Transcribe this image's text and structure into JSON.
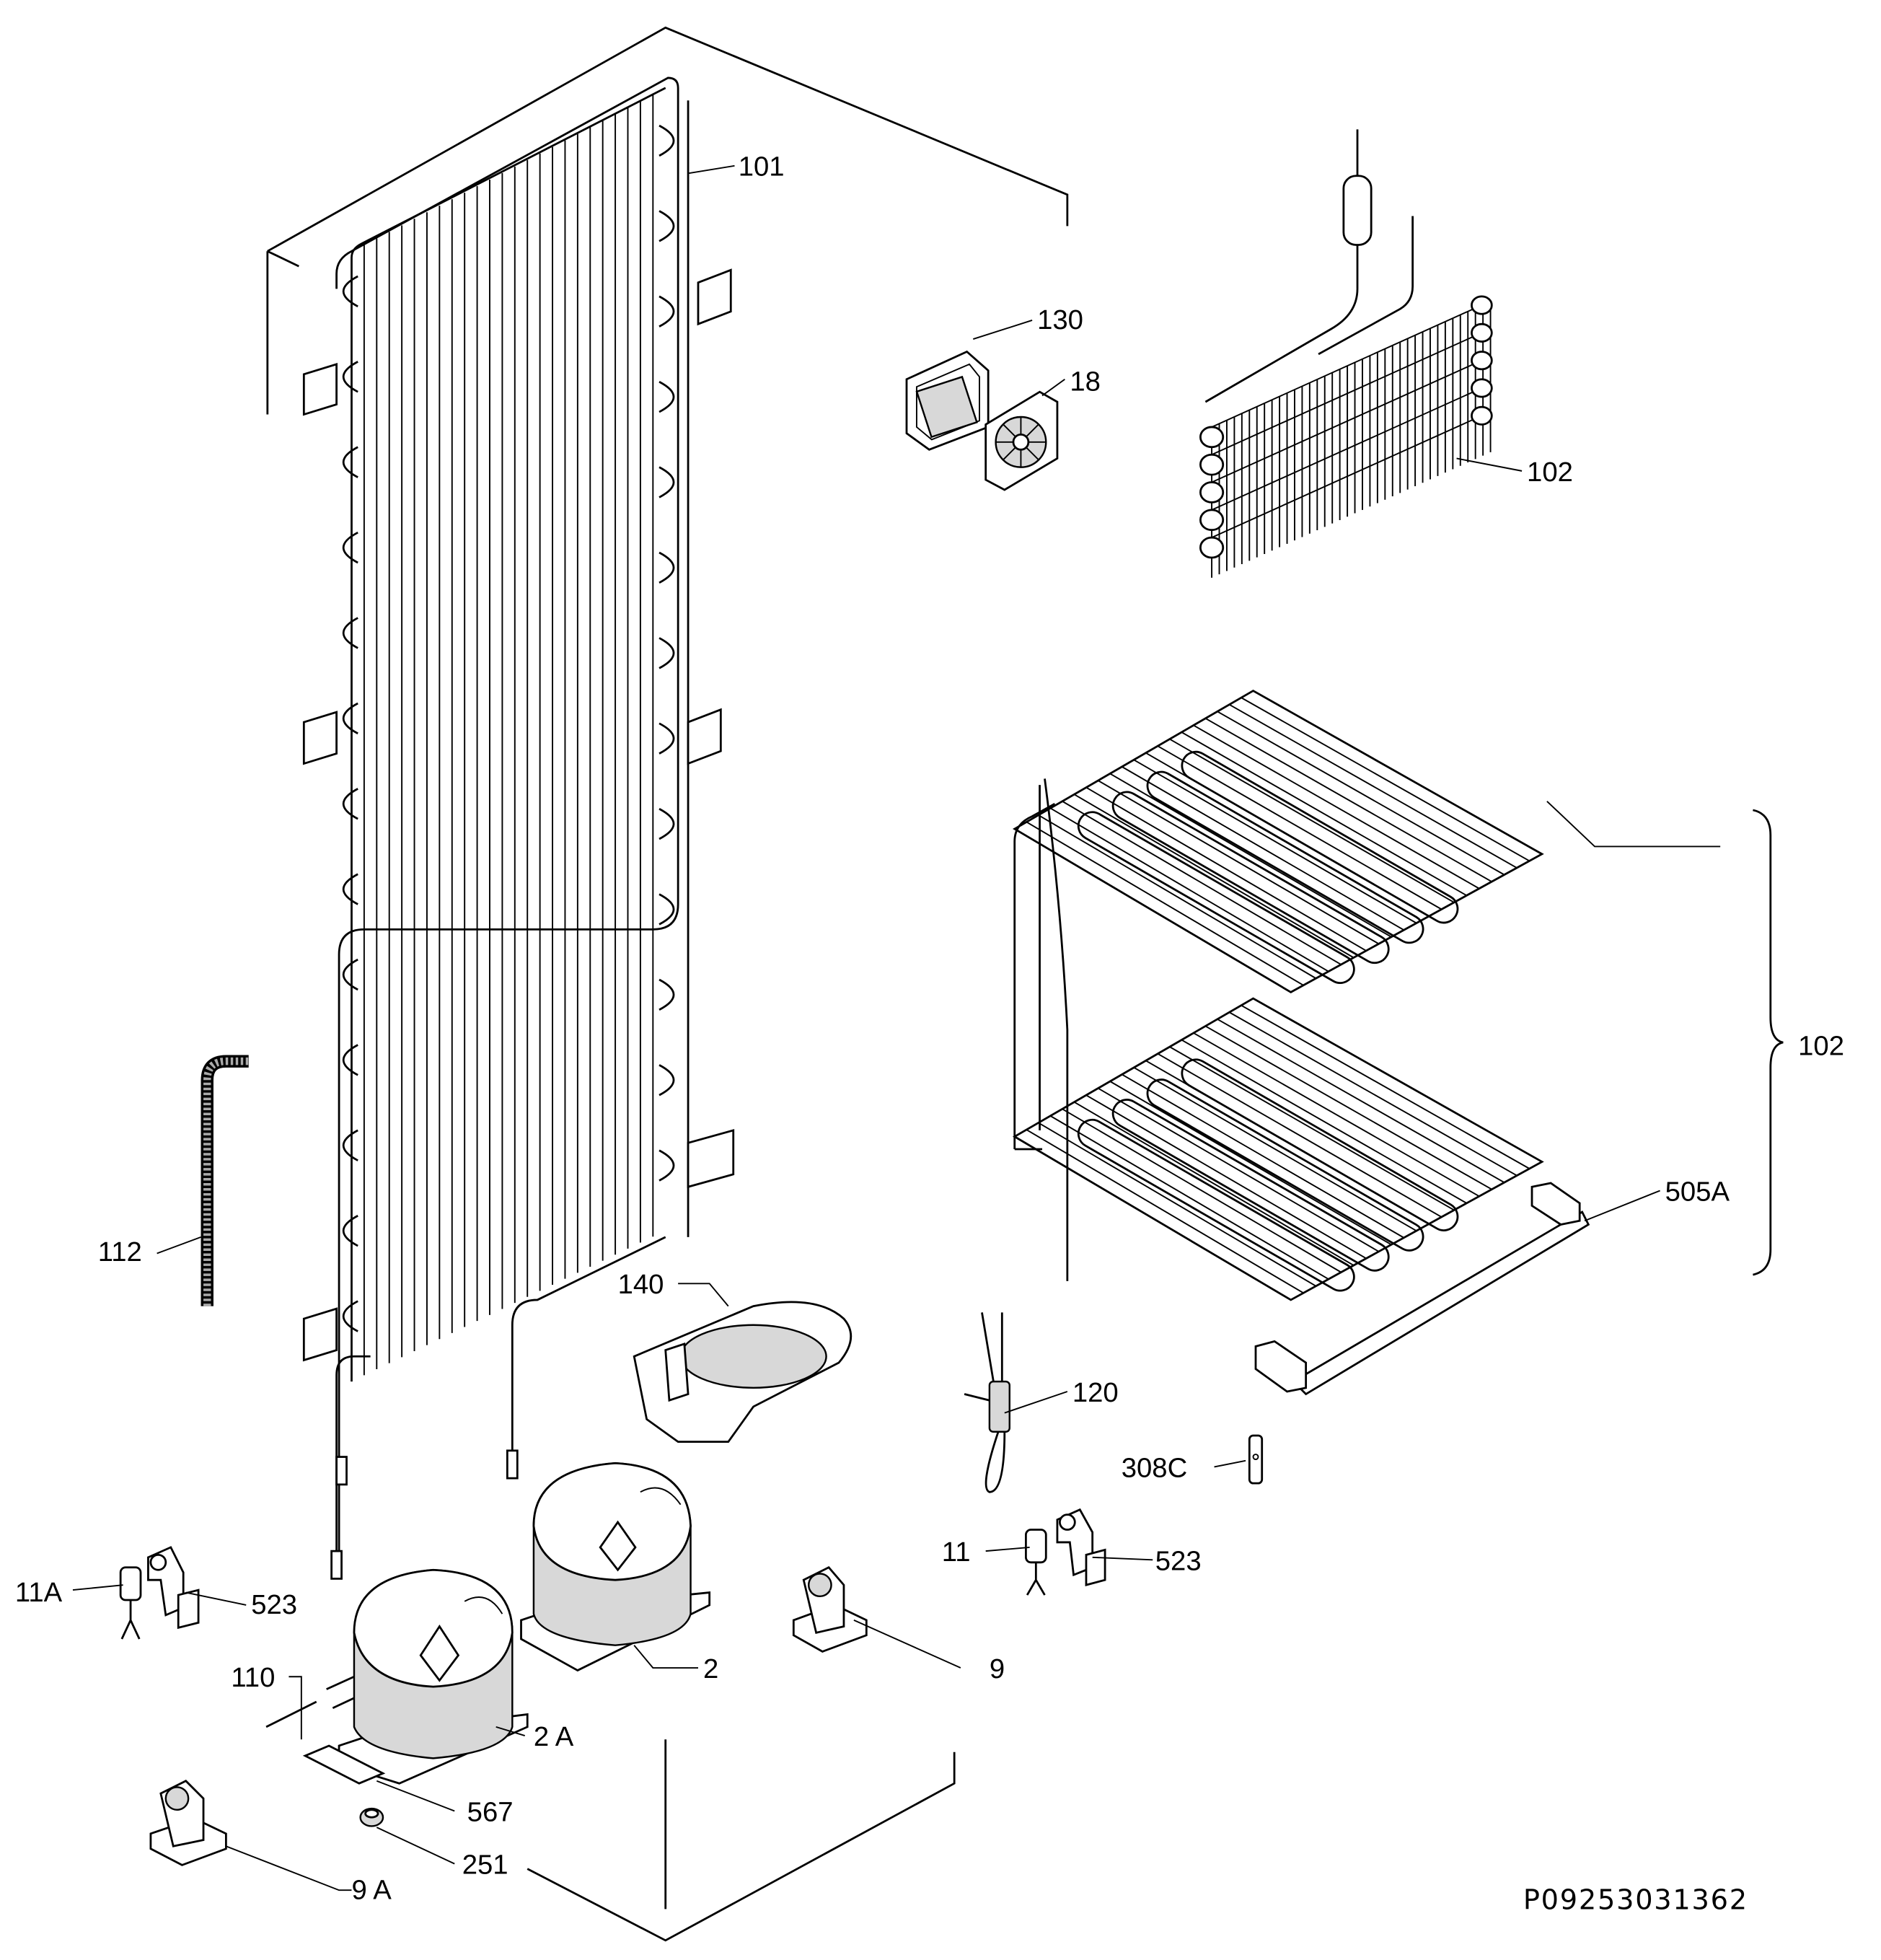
{
  "diagram": {
    "drawing_number": "P09253031362",
    "labels": {
      "l101": "101",
      "l130": "130",
      "l18": "18",
      "l102a": "102",
      "l102b": "102",
      "l505a": "505A",
      "l112": "112",
      "l140": "140",
      "l120": "120",
      "l308c": "308C",
      "l11": "11",
      "l523a": "523",
      "l11a": "11A",
      "l523b": "523",
      "l9": "9",
      "l2": "2",
      "l2a": "2 A",
      "l110": "110",
      "l567": "567",
      "l251": "251",
      "l9a": "9 A"
    }
  }
}
